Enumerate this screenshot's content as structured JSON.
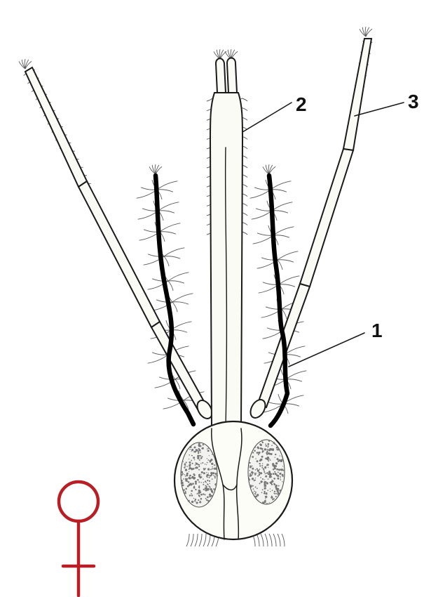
{
  "figure": {
    "labels": [
      {
        "id": "label-1",
        "text": "1"
      },
      {
        "id": "label-2",
        "text": "2"
      },
      {
        "id": "label-3",
        "text": "3"
      }
    ],
    "symbol": "female-symbol",
    "colors": {
      "ink": "#1a1a1a",
      "background": "#ffffff",
      "female_symbol": "#b81e24",
      "eye_stipple": "#777777"
    }
  }
}
